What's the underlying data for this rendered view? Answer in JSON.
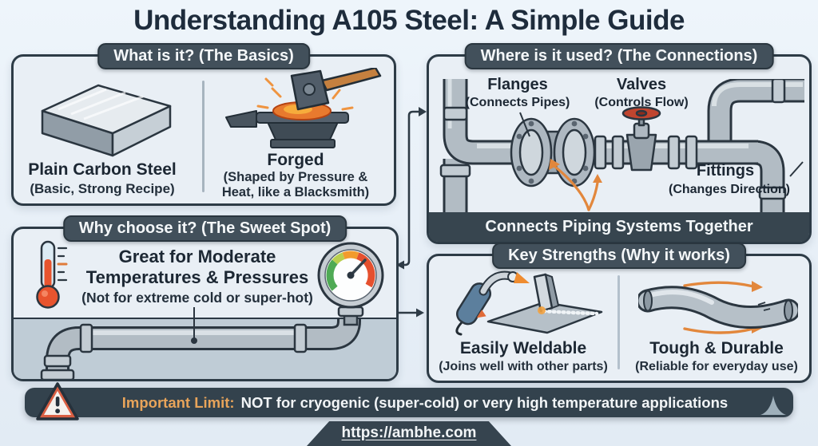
{
  "title": "Understanding A105 Steel: A Simple Guide",
  "colors": {
    "background": "#eaf1f8",
    "panel_fill": "#e9eff5",
    "panel_border": "#2d3b46",
    "header_pill": "#42505b",
    "dark_bar": "#37454f",
    "accent_orange": "#e2873c",
    "warning_orange": "#e8a45a",
    "warning_triangle_red": "#d95f43",
    "valve_red": "#c0452f",
    "gauge_green": "#4faa55",
    "gauge_yellow": "#b9cf4e",
    "gauge_orange": "#f29b2d",
    "gauge_red": "#e5502e",
    "band_fill": "#bfccd6",
    "title_navy": "#1e2c3c"
  },
  "panels": {
    "basics": {
      "header": "What is it? (The Basics)",
      "items": [
        {
          "icon": "steel-block-icon",
          "title": "Plain Carbon Steel",
          "subtitle": "(Basic, Strong Recipe)"
        },
        {
          "icon": "hammer-anvil-icon",
          "title": "Forged",
          "subtitle": "(Shaped by Pressure & Heat, like a Blacksmith)"
        }
      ]
    },
    "connections": {
      "header": "Where is it used? (The Connections)",
      "labels": [
        {
          "title": "Flanges",
          "subtitle": "(Connects Pipes)"
        },
        {
          "title": "Valves",
          "subtitle": "(Controls Flow)"
        },
        {
          "title": "Fittings",
          "subtitle": "(Changes Direction)"
        }
      ],
      "caption": "Connects Piping Systems Together"
    },
    "sweet_spot": {
      "header": "Why choose it? (The Sweet Spot)",
      "line1": "Great for Moderate",
      "line2": "Temperatures & Pressures",
      "note": "(Not for extreme cold or super-hot)"
    },
    "strengths": {
      "header": "Key Strengths (Why it works)",
      "items": [
        {
          "icon": "welding-torch-icon",
          "title": "Easily Weldable",
          "subtitle": "(Joins well with other parts)"
        },
        {
          "icon": "bent-pipe-icon",
          "title": "Tough & Durable",
          "subtitle": "(Reliable for everyday use)"
        }
      ]
    }
  },
  "warning": {
    "prefix": "Important Limit:",
    "text": "NOT for cryogenic (super-cold) or very high temperature applications"
  },
  "footer": {
    "url": "https://ambhe.com"
  }
}
